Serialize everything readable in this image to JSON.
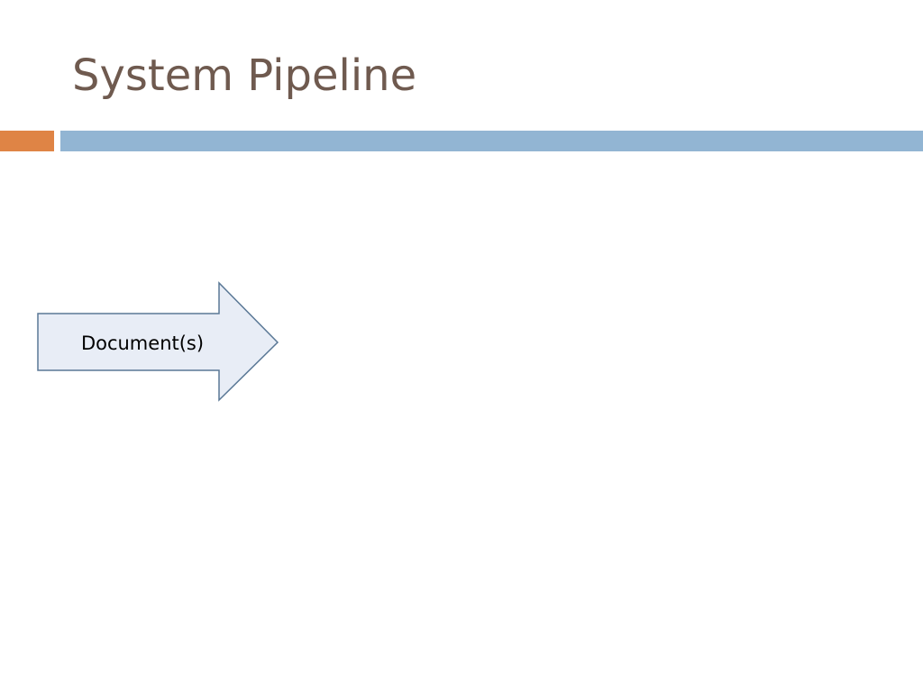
{
  "slide": {
    "title": "System Pipeline",
    "colors": {
      "title": "#6f5a4f",
      "accent_orange": "#df8445",
      "accent_blue": "#92b5d3",
      "arrow_fill": "#e8edf6",
      "arrow_stroke": "#5a7896"
    }
  },
  "pipeline": {
    "steps": [
      {
        "label": "Document(s)",
        "shape": "right-arrow"
      }
    ]
  }
}
